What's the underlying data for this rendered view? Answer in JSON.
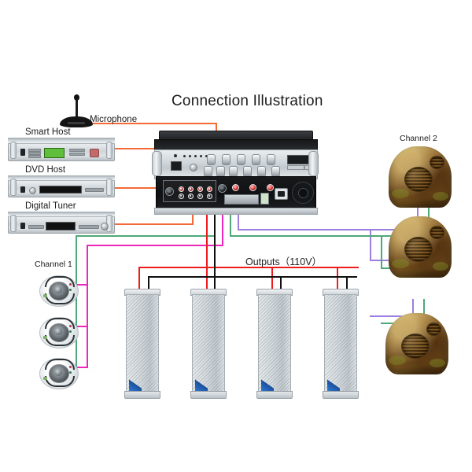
{
  "diagram": {
    "title": "Connection Illustration",
    "background_color": "#ffffff"
  },
  "labels": {
    "microphone": "Microphone",
    "smart_host": "Smart Host",
    "dvd_host": "DVD Host",
    "digital_tuner": "Digital Tuner",
    "channel_1": "Channel 1",
    "channel_2": "Channel 2",
    "outputs": "Outputs（110V）"
  },
  "sources": [
    {
      "name": "Microphone",
      "type": "gooseneck-desk-microphone",
      "color": "#141414"
    },
    {
      "name": "Smart Host",
      "type": "rack-unit",
      "color": "#dfe4e7"
    },
    {
      "name": "DVD Host",
      "type": "rack-unit",
      "color": "#dfe4e7"
    },
    {
      "name": "Digital Tuner",
      "type": "rack-unit",
      "color": "#dfe4e7"
    }
  ],
  "amplifier": {
    "name": "mixer-amplifier",
    "front_panel_color": "#d2d8dc",
    "top_color": "#1b1d1f",
    "rear_panel_color": "#101113",
    "input_count": 5,
    "knob_count": 7
  },
  "speakers": {
    "column": {
      "count": 4,
      "label": "Outputs（110V）",
      "body_color": "#d3d9dd"
    },
    "ceiling": {
      "count": 3,
      "channel": "Channel 1",
      "body_color": "#e7ebee"
    },
    "rock": {
      "count": 3,
      "channel": "Channel 2",
      "body_color": "#8a5f24"
    }
  },
  "wire_colors": {
    "source_to_amp": "#f26a35",
    "column_positive": "#ee1c1c",
    "column_negative": "#101010",
    "channel1_a": "#ef27b8",
    "channel1_b": "#4fa878",
    "channel2_a": "#9b7ede",
    "channel2_b": "#4fa878"
  }
}
